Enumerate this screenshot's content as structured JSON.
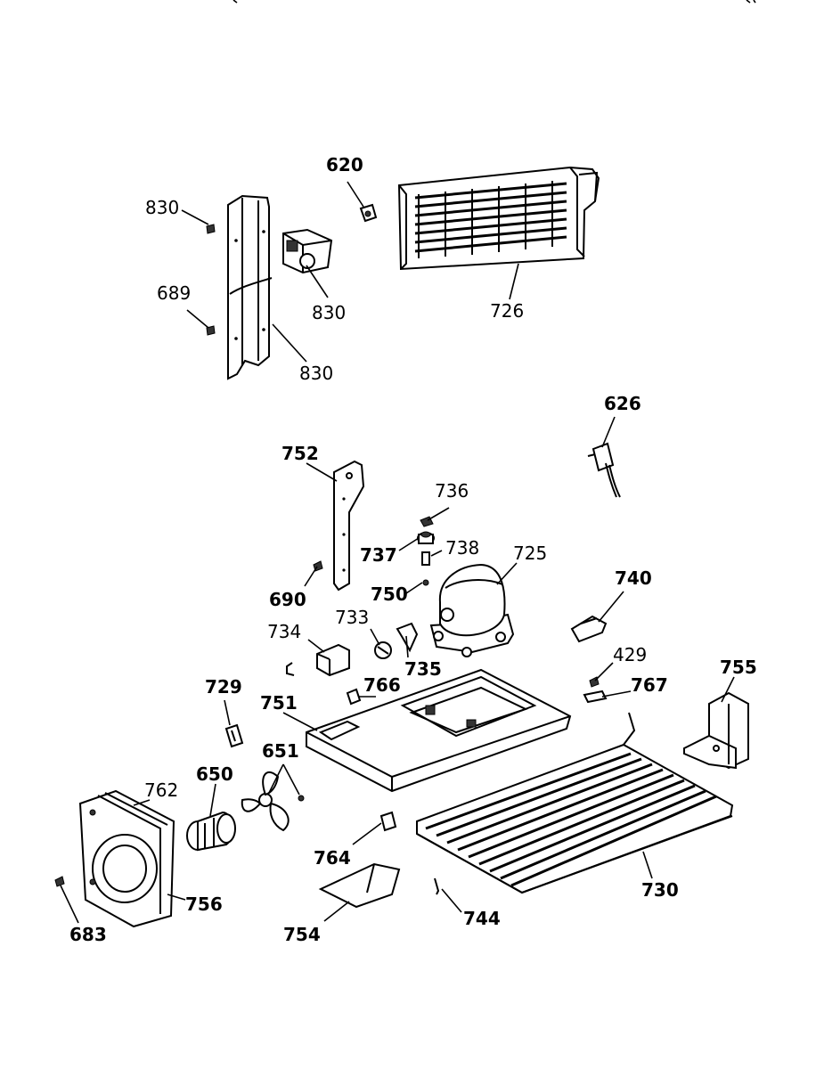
{
  "labels": {
    "l830a": "830",
    "l689": "689",
    "l830b": "830",
    "l830c": "830",
    "l620": "620",
    "l726": "726",
    "l626": "626",
    "l752": "752",
    "l736": "736",
    "l737": "737",
    "l738": "738",
    "l725": "725",
    "l690": "690",
    "l750": "750",
    "l740": "740",
    "l734": "734",
    "l733": "733",
    "l735": "735",
    "l429": "429",
    "l755": "755",
    "l729": "729",
    "l766": "766",
    "l767": "767",
    "l751": "751",
    "l651": "651",
    "l650": "650",
    "l762": "762",
    "l764": "764",
    "l730": "730",
    "l756": "756",
    "l754": "754",
    "l744": "744",
    "l683": "683"
  }
}
